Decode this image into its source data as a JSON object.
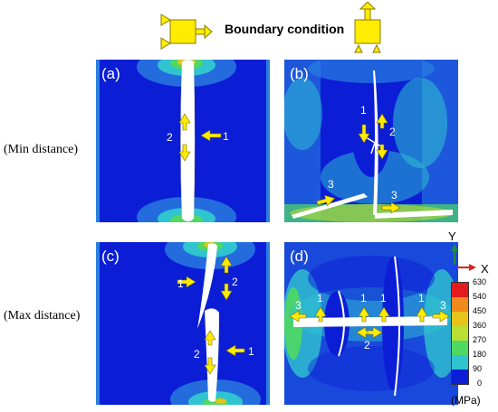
{
  "header": {
    "title": "Boundary condition"
  },
  "rows": {
    "min_label": "(Min distance)",
    "max_label": "(Max distance)"
  },
  "panels": {
    "a": {
      "label": "(a)",
      "n1": "1",
      "n2": "2"
    },
    "b": {
      "label": "(b)",
      "n1": "1",
      "n2": "2",
      "n3a": "3",
      "n3b": "3"
    },
    "c": {
      "label": "(c)",
      "n1a": "1",
      "n2a": "2",
      "n1b": "1",
      "n2b": "2"
    },
    "d": {
      "label": "(d)",
      "n3a": "3",
      "n1a": "1",
      "n1b": "1",
      "n1c": "1",
      "n2": "2",
      "n1d": "1",
      "n3b": "3"
    }
  },
  "axes": {
    "y": "Y",
    "x": "X"
  },
  "legend": {
    "unit": "(MPa)",
    "ticks": [
      "630",
      "540",
      "450",
      "360",
      "270",
      "180",
      "90",
      "0"
    ],
    "colors": [
      "#e41a1c",
      "#f08a1c",
      "#e8c31a",
      "#b9df34",
      "#4fd862",
      "#2fc4cf",
      "#2a7fe0",
      "#0b1ed6"
    ]
  },
  "colors": {
    "stress_low": "#0b1ed6",
    "arrow_yellow": "#ffeb00",
    "icon_yellow": "#ffec00"
  }
}
